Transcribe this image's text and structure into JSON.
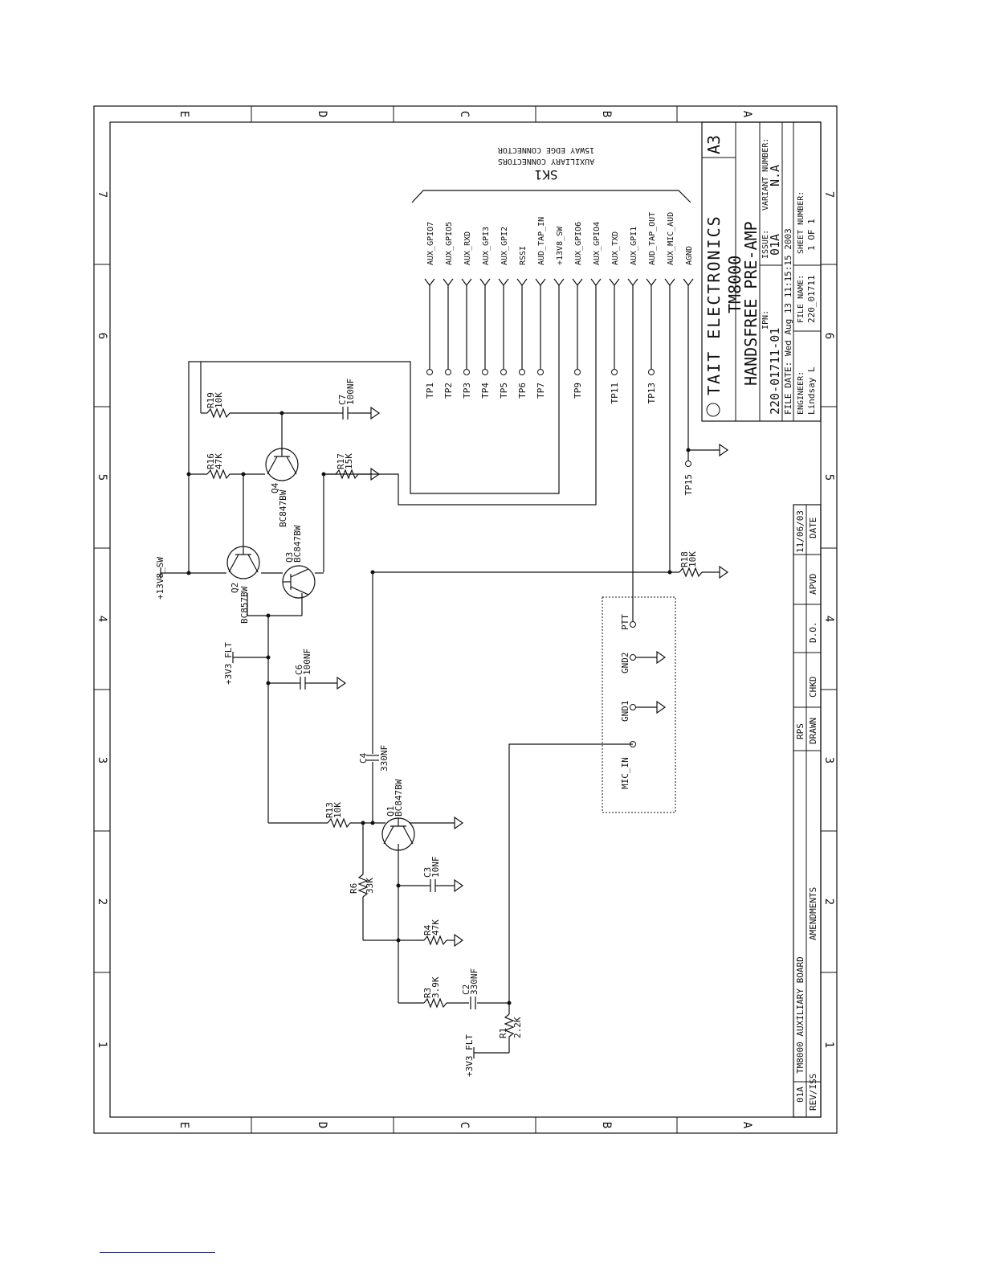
{
  "border": {
    "rows": [
      "E",
      "D",
      "C",
      "B",
      "A"
    ],
    "cols": [
      "1",
      "2",
      "3",
      "4",
      "5",
      "6",
      "7"
    ]
  },
  "title_block": {
    "copyright": "©",
    "company": "TAIT ELECTRONICS",
    "size": "A3",
    "product": "TM8000",
    "title": "HANDSFREE PRE-AMP",
    "ipn_label": "IPN:",
    "ipn": "220-01711-01",
    "issue_label": "ISSUE:",
    "issue": "01A",
    "variant_label": "VARIANT NUMBER:",
    "variant": "N.A",
    "file_date": "FILE DATE: Wed Aug 13 11:15:15 2003",
    "engineer_label": "ENGINEER:",
    "engineer": "Lindsay L",
    "file_name_label": "FILE NAME:",
    "file_name": "220_01711",
    "sheet_label": "SHEET NUMBER:",
    "sheet": "1 OF 1"
  },
  "revision_block": {
    "rev": "01A",
    "rev_label": "REV/ISS",
    "amendment": "TM8000 AUXILIARY BOARD",
    "amendments_label": "AMENDMENTS",
    "drawn": "RPS",
    "drawn_label": "DRAWN",
    "chkd_label": "CHKD",
    "do_label": "D.O.",
    "apvd_label": "APVD",
    "date": "11/06/03",
    "date_label": "DATE"
  },
  "connector": {
    "name": "SK1",
    "desc1": "AUXILIARY CONNECTORS",
    "desc2": "15WAY EDGE CONNECTOR",
    "pins": [
      "AUX_GPIO7",
      "AUX_GPIO5",
      "AUX_RXD",
      "AUX_GPI3",
      "AUX_GPI2",
      "RSSI",
      "AUD_TAP_IN",
      "+13V8_SW",
      "AUX_GPIO6",
      "AUX_GPIO4",
      "AUX_TXD",
      "AUX_GPI1",
      "AUD_TAP_OUT",
      "AUX_MIC_AUD",
      "AGND"
    ]
  },
  "testpoints": [
    "TP1",
    "TP2",
    "TP3",
    "TP4",
    "TP5",
    "TP6",
    "TP7",
    "TP9",
    "TP11",
    "TP13",
    "TP15"
  ],
  "connector_box": [
    "PTT",
    "GND2",
    "GND1",
    "MIC_IN"
  ],
  "nets": {
    "v13": "+13V8_SW",
    "v33a": "+3V3_FLT",
    "v33b": "+3V3_FLT"
  },
  "parts": {
    "R19": {
      "ref": "R19",
      "val": "10K"
    },
    "C7": {
      "ref": "C7",
      "val": "100NF"
    },
    "R16": {
      "ref": "R16",
      "val": "47K"
    },
    "R17": {
      "ref": "R17",
      "val": "15K"
    },
    "Q4": {
      "ref": "Q4",
      "val": "BC847BW"
    },
    "Q3": {
      "ref": "Q3",
      "val": "BC847BW"
    },
    "Q2": {
      "ref": "Q2",
      "val": "BC857BW"
    },
    "R18": {
      "ref": "R18",
      "val": "10K"
    },
    "C6": {
      "ref": "C6",
      "val": "100NF"
    },
    "C4": {
      "ref": "C4",
      "val": "330NF"
    },
    "R13": {
      "ref": "R13",
      "val": "10K"
    },
    "Q1": {
      "ref": "Q1",
      "val": "BC847BW"
    },
    "R6": {
      "ref": "R6",
      "val": "33K"
    },
    "C3": {
      "ref": "C3",
      "val": "10NF"
    },
    "R4": {
      "ref": "R4",
      "val": "47K"
    },
    "R3": {
      "ref": "R3",
      "val": "3.9K"
    },
    "C2": {
      "ref": "C2",
      "val": "330NF"
    },
    "R1": {
      "ref": "R1",
      "val": "2.2K"
    }
  }
}
